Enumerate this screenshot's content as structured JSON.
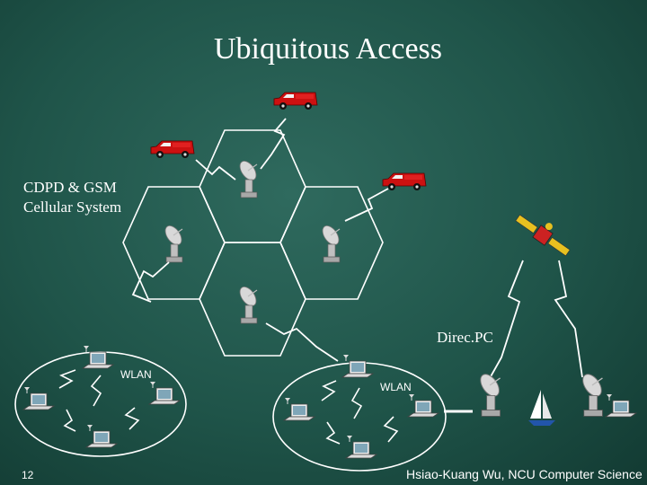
{
  "slide": {
    "title": "Ubiquitous Access",
    "cellular_label_line1": "CDPD & GSM",
    "cellular_label_line2": "Cellular System",
    "satellite_label": "Direc.PC",
    "wlan_left_label": "WLAN",
    "wlan_right_label": "WLAN",
    "slide_number": "12",
    "footer": "Hsiao-Kuang Wu, NCU Computer Science"
  },
  "colors": {
    "background": "#1f5449",
    "car": "#cc1111",
    "cell_lines": "#ffffff",
    "text": "#ffffff"
  },
  "icons": [
    "red-car-icon",
    "satellite-dish-icon",
    "laptop-icon",
    "satellite-icon",
    "sailboat-icon",
    "lightning-link-icon"
  ]
}
